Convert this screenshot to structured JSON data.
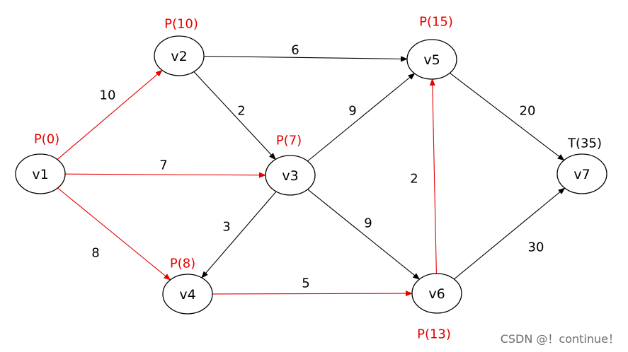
{
  "colors": {
    "normal": "#000000",
    "highlight": "#e60000"
  },
  "nodes": [
    {
      "id": "v1",
      "label": "v1",
      "tag": "P(0)",
      "tag_color": "highlight"
    },
    {
      "id": "v2",
      "label": "v2",
      "tag": "P(10)",
      "tag_color": "highlight"
    },
    {
      "id": "v3",
      "label": "v3",
      "tag": "P(7)",
      "tag_color": "highlight"
    },
    {
      "id": "v4",
      "label": "v4",
      "tag": "P(8)",
      "tag_color": "highlight"
    },
    {
      "id": "v5",
      "label": "v5",
      "tag": "P(15)",
      "tag_color": "highlight"
    },
    {
      "id": "v6",
      "label": "v6",
      "tag": "P(13)",
      "tag_color": "highlight"
    },
    {
      "id": "v7",
      "label": "v7",
      "tag": "T(35)",
      "tag_color": "normal"
    }
  ],
  "edges": [
    {
      "from": "v1",
      "to": "v2",
      "weight": "10",
      "highlight": true
    },
    {
      "from": "v1",
      "to": "v3",
      "weight": "7",
      "highlight": true
    },
    {
      "from": "v1",
      "to": "v4",
      "weight": "8",
      "highlight": true
    },
    {
      "from": "v2",
      "to": "v5",
      "weight": "6",
      "highlight": false
    },
    {
      "from": "v2",
      "to": "v3",
      "weight": "2",
      "highlight": false
    },
    {
      "from": "v3",
      "to": "v5",
      "weight": "9",
      "highlight": false
    },
    {
      "from": "v3",
      "to": "v4",
      "weight": "3",
      "highlight": false
    },
    {
      "from": "v3",
      "to": "v6",
      "weight": "9",
      "highlight": false
    },
    {
      "from": "v4",
      "to": "v6",
      "weight": "5",
      "highlight": true
    },
    {
      "from": "v6",
      "to": "v5",
      "weight": "2",
      "highlight": true
    },
    {
      "from": "v5",
      "to": "v7",
      "weight": "20",
      "highlight": false
    },
    {
      "from": "v6",
      "to": "v7",
      "weight": "30",
      "highlight": false
    }
  ],
  "watermark": "CSDN @！continue！"
}
